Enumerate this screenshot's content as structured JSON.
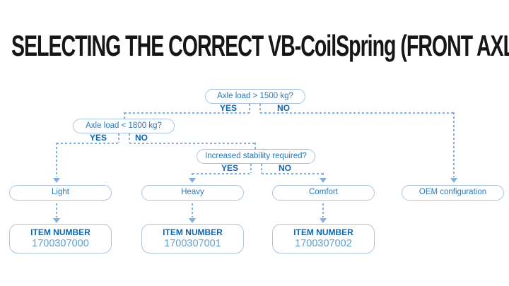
{
  "title": "SELECTING THE CORRECT VB-CoilSpring (FRONT AXLE)",
  "colors": {
    "title": "#161616",
    "dark": "#1065ad",
    "mid": "#2878ba",
    "border": "#a9c4e4",
    "line": "#84aedd",
    "number": "#5e9fd4",
    "bg": "#ffffff"
  },
  "d1": {
    "q": "Axle load > 1500 kg?",
    "yes": "YES",
    "no": "NO"
  },
  "d2": {
    "q": "Axle load < 1800 kg?",
    "yes": "YES",
    "no": "NO"
  },
  "d3": {
    "q": "Increased stability required?",
    "yes": "YES",
    "no": "NO"
  },
  "options": {
    "light": "Light",
    "heavy": "Heavy",
    "comfort": "Comfort",
    "oem": "OEM configuration"
  },
  "items": {
    "heading": "ITEM NUMBER",
    "light": "1700307000",
    "heavy": "1700307001",
    "comfort": "1700307002"
  }
}
